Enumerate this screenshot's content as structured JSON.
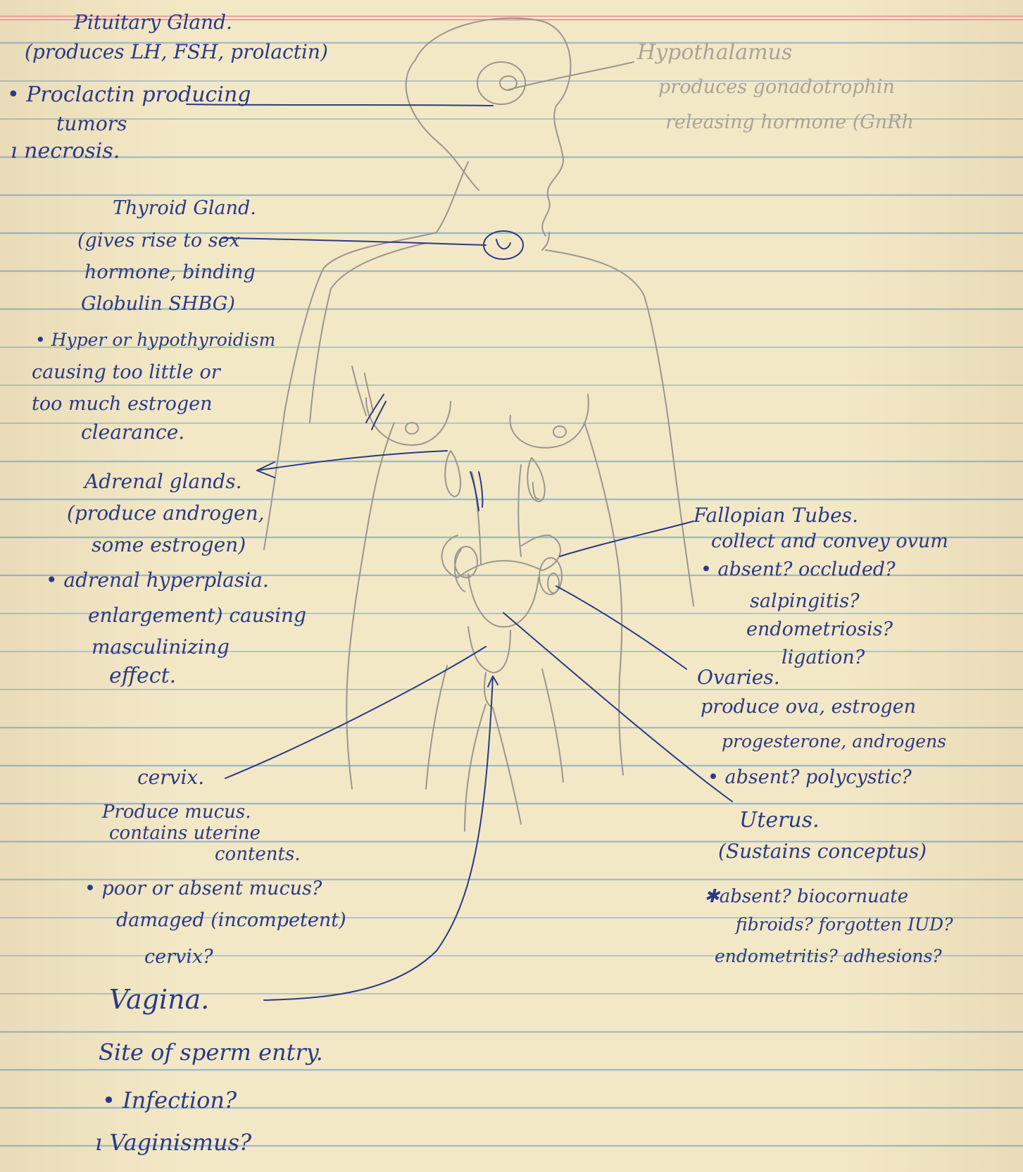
{
  "labels": {
    "pituitary": {
      "title": "Pituitary Gland.",
      "subtitle": "(produces LH, FSH, prolactin)",
      "bullet1_a": "• Proclactin producing",
      "bullet1_b": "tumors",
      "bullet2": "ı necrosis."
    },
    "hypothalamus": {
      "line1": "Hypothalamus",
      "line2": "produces gonadotrophin",
      "line3": "releasing hormone (GnRh"
    },
    "thyroid": {
      "title": "Thyroid Gland.",
      "line1": "(gives rise to sex",
      "line2": "hormone, binding",
      "line3": "Globulin SHBG)",
      "bullet1": "• Hyper or hypothyroidism",
      "line4": "causing too little or",
      "line5": "too much estrogen",
      "line6": "clearance."
    },
    "adrenal": {
      "title": "Adrenal glands.",
      "line1": "(produce androgen,",
      "line2": "some estrogen)",
      "bullet1": "• adrenal hyperplasia.",
      "line3": "enlargement) causing",
      "line4": "masculinizing",
      "line5": "effect."
    },
    "fallopian": {
      "title": "Fallopian Tubes.",
      "line1": "collect and convey ovum",
      "bullet1": "• absent? occluded?",
      "line2": "salpingitis?",
      "line3": "endometriosis?",
      "line4": "ligation?"
    },
    "ovaries": {
      "title": "Ovaries.",
      "line1": "produce ova, estrogen",
      "line2": "progesterone, androgens",
      "bullet1": "• absent? polycystic?"
    },
    "uterus": {
      "title": "Uterus.",
      "line1": "(Sustains conceptus)",
      "bullet1": "✱absent? biocornuate",
      "line2": "fibroids? forgotten IUD?",
      "line3": "endometritis? adhesions?"
    },
    "cervix": {
      "title": "cervix.",
      "line1": "Produce mucus.",
      "line2": "contains uterine",
      "line3": "contents.",
      "bullet1": "• poor or absent mucus?",
      "line4": "damaged (incompetent)",
      "line5": "cervix?"
    },
    "vagina": {
      "title": "Vagina.",
      "line1": "Site of sperm entry.",
      "bullet1": "• Infection?",
      "bullet2": "ı Vaginismus?"
    }
  },
  "colors": {
    "ink": "#2a3a86",
    "pencil": "#9a968f",
    "paper": "#f3e8c6",
    "rule": "#9fb8c6"
  }
}
